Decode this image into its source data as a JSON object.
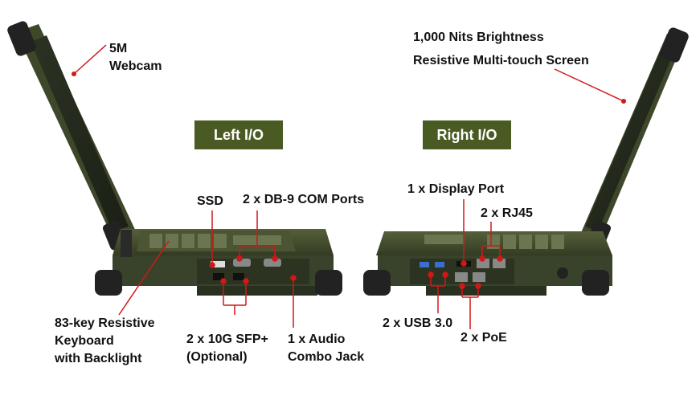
{
  "sections": {
    "left_title": "Left I/O",
    "right_title": "Right I/O"
  },
  "callouts": {
    "webcam": [
      "5M",
      "Webcam"
    ],
    "screen": [
      "1,000 Nits Brightness",
      "Resistive Multi-touch Screen"
    ],
    "ssd": "SSD",
    "com": "2 x DB-9 COM Ports",
    "keyboard": [
      "83-key Resistive",
      "Keyboard",
      "with Backlight"
    ],
    "sfp": [
      "2 x 10G SFP+",
      "(Optional)"
    ],
    "audio": [
      "1 x Audio",
      "Combo Jack"
    ],
    "display_port": "1 x Display Port",
    "rj45": "2 x RJ45",
    "usb": "2 x USB 3.0",
    "poe": "2 x PoE"
  },
  "colors": {
    "accent_badge": "#4a5a23",
    "callout_line": "#d01818",
    "chassis": "#3f4a2a"
  }
}
